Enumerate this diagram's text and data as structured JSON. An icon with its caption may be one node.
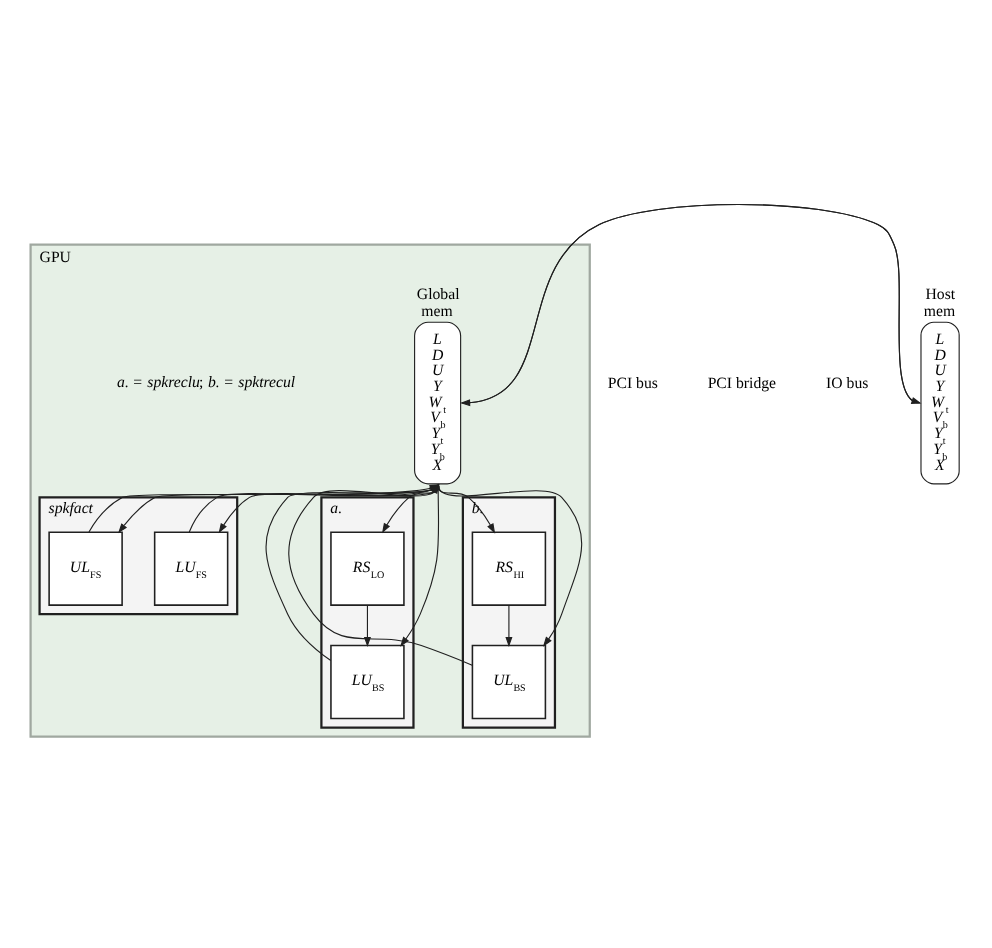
{
  "diagram": {
    "nodes": [
      {
        "text": [
          "GPU"
        ]
      },
      {
        "text": [
          "*spkfact*"
        ],
        "in": 0
      },
      {
        "text": [
          "*LU*$_{FS}$"
        ],
        "in": 1
      },
      {
        "text": [
          "*UL*$_{FS}$"
        ],
        "in": 1
      },
      {
        "text": [
          "*a.*"
        ],
        "in": 0
      },
      {
        "text": [
          "*RS*$_{LO}$"
        ],
        "in": 4
      },
      {
        "text": [
          "*LU*$_{BS}$"
        ],
        "in": 4
      },
      {
        "text": [
          "*b.*"
        ],
        "in": 0
      },
      {
        "text": [
          "*RS*$_{HI}$"
        ],
        "in": 7
      },
      {
        "text": [
          "*UL*$_{BS}$"
        ],
        "in": 7
      },
      {
        "text": [
          "Global mem",
          "*L* *D* *U* *Y* *W*$_{t}$ *V*$_{b}$ *Y*$_{t}$ *Y*$_{b}$ *X*"
        ],
        "in": 0
      },
      {
        "text": [
          "Host mem",
          "*L* *D* *U* *Y* *W*$_{t}$ *V*$_{b}$ *Y*$_{t}$ *Y*$_{b}$ *X*"
        ]
      }
    ],
    "edges": [
      {
        "from": 10,
        "to": 2,
        "arrow": "to"
      },
      {
        "from": 10,
        "to": 3,
        "arrow": "to"
      },
      {
        "from": 2,
        "to": 10,
        "arrow": "to"
      },
      {
        "from": 3,
        "to": 10,
        "arrow": "to"
      },
      {
        "from": 10,
        "to": 5,
        "arrow": "to"
      },
      {
        "from": 10,
        "to": 8,
        "arrow": "to"
      },
      {
        "from": 10,
        "to": 6,
        "arrow": "to"
      },
      {
        "from": 10,
        "to": 9,
        "arrow": "to"
      },
      {
        "from": 5,
        "to": 6,
        "arrow": "to"
      },
      {
        "from": 8,
        "to": 9,
        "arrow": "to"
      },
      {
        "from": 6,
        "to": 10,
        "arrow": "to"
      },
      {
        "from": 9,
        "to": 10,
        "arrow": "to"
      },
      {
        "from": 11,
        "to": 10,
        "arrow": "to"
      },
      {
        "from": 10,
        "to": 11,
        "arrow": "to"
      }
    ],
    "labels": [
      "PCI bus",
      "PCI bridge",
      "IO bus",
      "*a.* = *spkreclu*; *b.* = *spktrecul*"
    ]
  }
}
